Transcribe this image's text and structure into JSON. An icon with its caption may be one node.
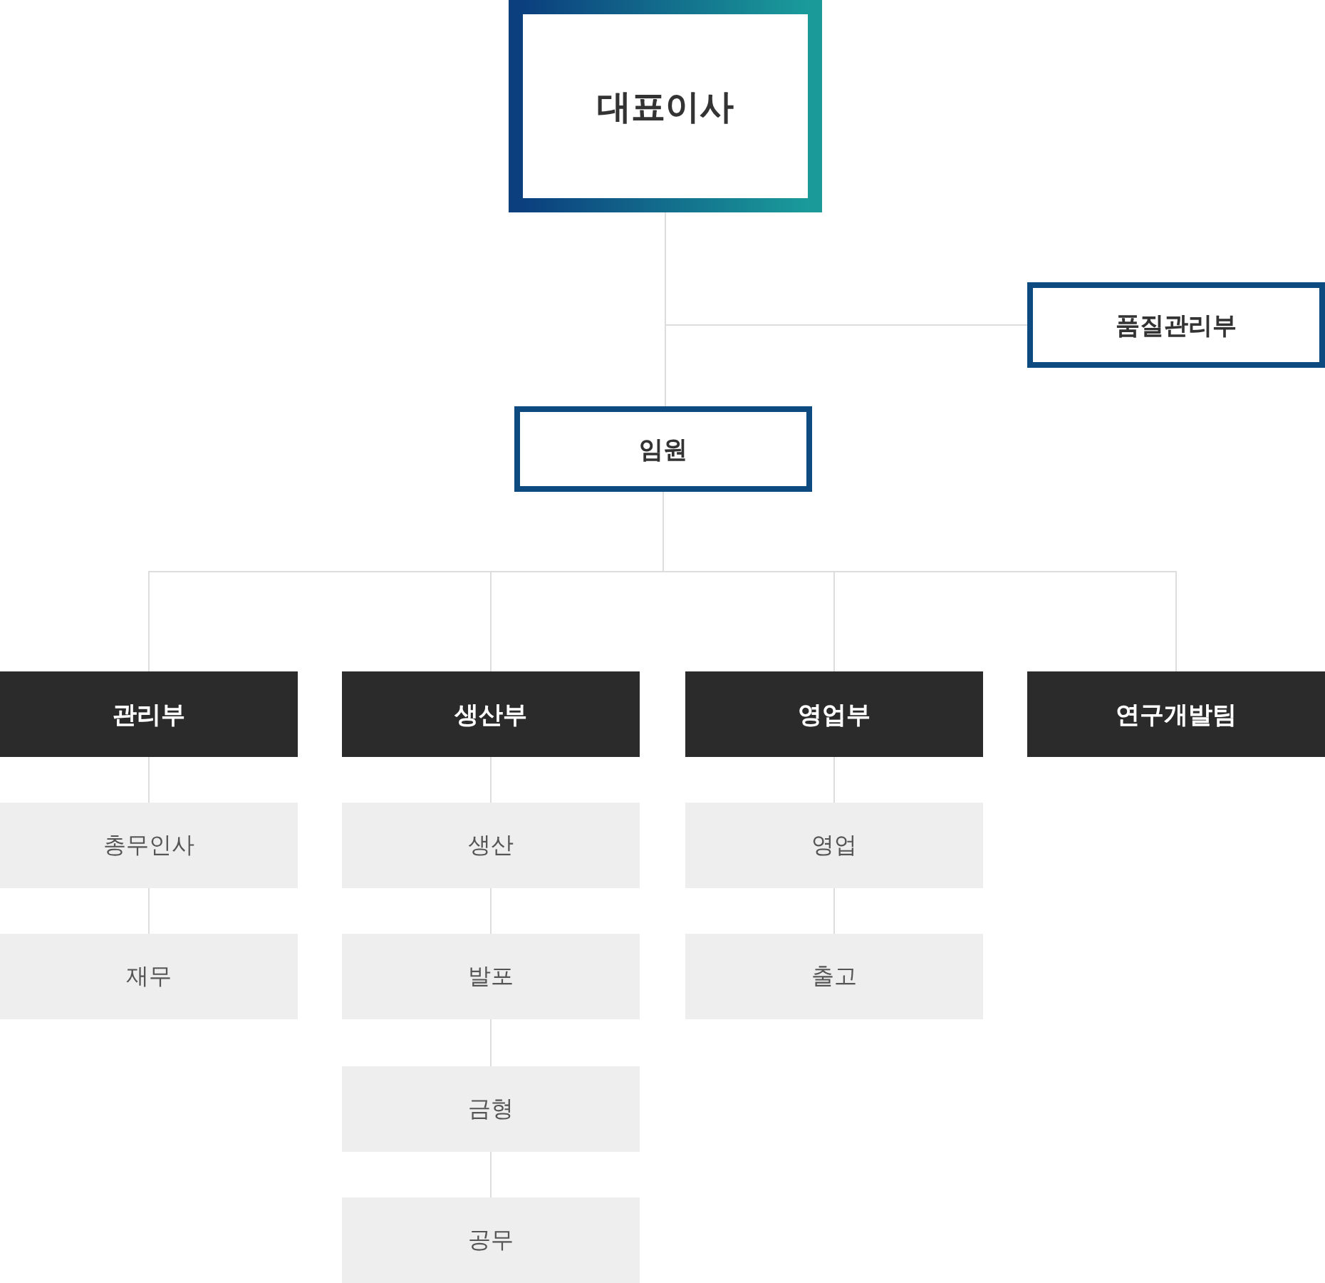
{
  "diagram": {
    "nodes": [
      {
        "text": [
          "대표이사"
        ]
      },
      {
        "text": [
          "품질관리부"
        ]
      },
      {
        "text": [
          "임원"
        ]
      },
      {
        "text": [
          "관리부"
        ]
      },
      {
        "text": [
          "생산부"
        ]
      },
      {
        "text": [
          "영업부"
        ]
      },
      {
        "text": [
          "연구개발팀"
        ]
      },
      {
        "text": [
          "총무인사"
        ]
      },
      {
        "text": [
          "재무"
        ]
      },
      {
        "text": [
          "생산"
        ]
      },
      {
        "text": [
          "발포"
        ]
      },
      {
        "text": [
          "금형"
        ]
      },
      {
        "text": [
          "공무"
        ]
      },
      {
        "text": [
          "영업"
        ]
      },
      {
        "text": [
          "출고"
        ]
      }
    ],
    "edges": [
      {
        "from": 0,
        "to": 2,
        "arrow": "none"
      },
      {
        "from": 0,
        "to": 1,
        "arrow": "none"
      },
      {
        "from": 2,
        "to": 3,
        "arrow": "none"
      },
      {
        "from": 2,
        "to": 4,
        "arrow": "none"
      },
      {
        "from": 2,
        "to": 5,
        "arrow": "none"
      },
      {
        "from": 2,
        "to": 6,
        "arrow": "none"
      },
      {
        "from": 3,
        "to": 7,
        "arrow": "none"
      },
      {
        "from": 7,
        "to": 8,
        "arrow": "none"
      },
      {
        "from": 4,
        "to": 9,
        "arrow": "none"
      },
      {
        "from": 9,
        "to": 10,
        "arrow": "none"
      },
      {
        "from": 10,
        "to": 11,
        "arrow": "none"
      },
      {
        "from": 11,
        "to": 12,
        "arrow": "none"
      },
      {
        "from": 5,
        "to": 13,
        "arrow": "none"
      },
      {
        "from": 13,
        "to": 14,
        "arrow": "none"
      }
    ]
  }
}
